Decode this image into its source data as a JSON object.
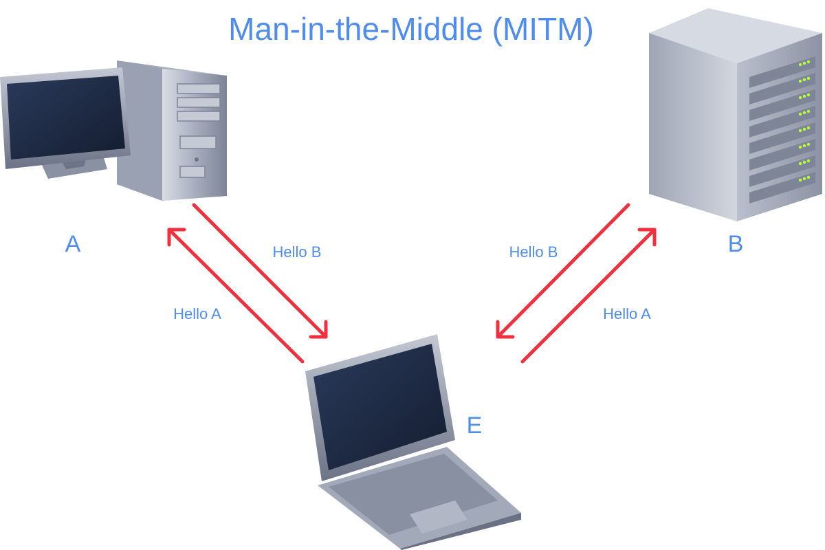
{
  "title": "Man-in-the-Middle (MITM)",
  "nodes": {
    "a": {
      "label": "A",
      "kind": "desktop-computer"
    },
    "b": {
      "label": "B",
      "kind": "server"
    },
    "e": {
      "label": "E",
      "kind": "laptop"
    }
  },
  "messages": [
    {
      "text": "Hello B",
      "from": "A",
      "to": "E"
    },
    {
      "text": "Hello A",
      "from": "E",
      "to": "A"
    },
    {
      "text": "Hello B",
      "from": "B",
      "to": "E"
    },
    {
      "text": "Hello A",
      "from": "E",
      "to": "B"
    }
  ],
  "colors": {
    "label": "#4f8cf0",
    "arrow": "#f0303f",
    "screen": "#1c2a44",
    "metal": "#aab1c2"
  }
}
